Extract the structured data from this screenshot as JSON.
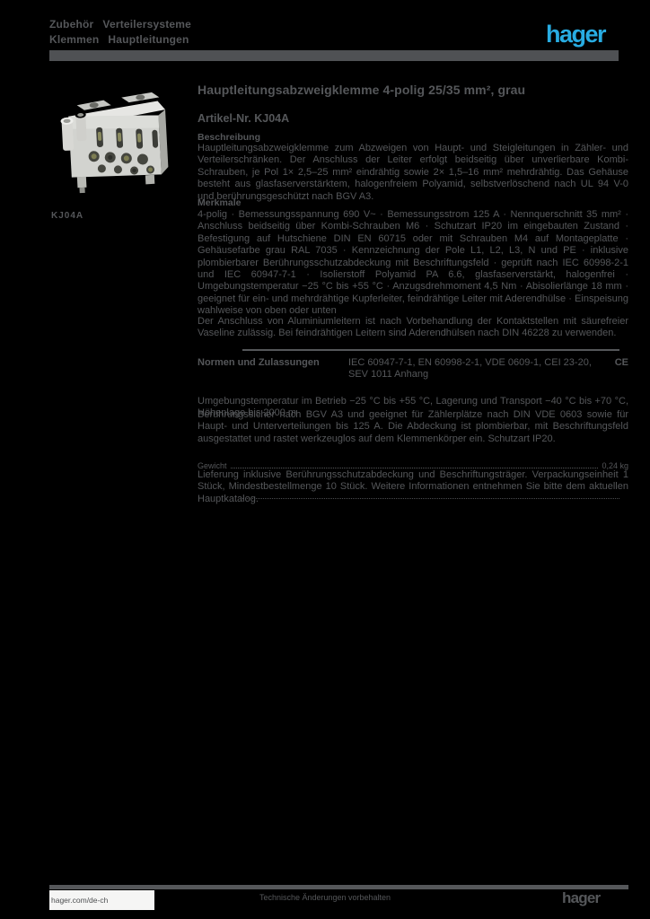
{
  "header": {
    "line1_word1": "Zubehör",
    "line1_word2": "Verteilersysteme",
    "line2_word1": "Klemmen",
    "line2_word2": "Hauptleitungen",
    "logo_text": "hager",
    "logo_color": "#28ace2"
  },
  "product": {
    "photo_alt": "Hauptleitungsabzweigklemme grau",
    "reference": "KJ04A"
  },
  "main": {
    "title": "Hauptleitungsabzweigklemme 4-polig 25/35 mm², grau",
    "subtitle": "Artikel-Nr. KJ04A",
    "description_label": "Beschreibung",
    "description": "Hauptleitungsabzweigklemme zum Abzweigen von Haupt- und Steigleitungen in Zähler- und Verteilerschränken. Der Anschluss der Leiter erfolgt beidseitig über unverlierbare Kombi-Schrauben, je Pol 1× 2,5–25 mm² eindrähtig sowie 2× 1,5–16 mm² mehrdrähtig. Das Gehäuse besteht aus glasfaserverstärktem, halogenfreiem Polyamid, selbstverlöschend nach UL 94 V-0 und berührungsgeschützt nach BGV A3.",
    "features_label": "Merkmale",
    "features": "4-polig · Bemessungsspannung 690 V~ · Bemessungsstrom 125 A · Nennquerschnitt 35 mm² · Anschluss beidseitig über Kombi-Schrauben M6 · Schutzart IP20 im eingebauten Zustand · Befestigung auf Hutschiene DIN EN 60715 oder mit Schrauben M4 auf Montageplatte · Gehäusefarbe grau RAL 7035 · Kennzeichnung der Pole L1, L2, L3, N und PE · inklusive plombierbarer Berührungsschutzabdeckung mit Beschriftungsfeld · geprüft nach IEC 60998-2-1 und IEC 60947-7-1 · Isolierstoff Polyamid PA 6.6, glasfaserverstärkt, halogenfrei · Umgebungstemperatur −25 °C bis +55 °C · Anzugsdrehmoment 4,5 Nm · Abisolierlänge 18 mm · geeignet für ein- und mehrdrähtige Kupferleiter, feindrähtige Leiter mit Aderendhülse · Einspeisung wahlweise von oben oder unten",
    "note_aluminium": "Der Anschluss von Aluminiumleitern ist nach Vorbehandlung der Kontaktstellen mit säurefreier Vaseline zulässig. Bei feindrähtigen Leitern sind Aderendhülsen nach DIN 46228 zu verwenden.",
    "norms_label": "Normen und Zulassungen",
    "norms_value": "IEC 60947-7-1, EN 60998-2-1, VDE 0609-1, CEI 23-20, SEV 1011 Anhang",
    "norms_mark": "CE",
    "temperature_row": "Umgebungstemperatur im Betrieb −25 °C bis +55 °C, Lagerung und Transport −40 °C bis +70 °C, Höhenlage bis 2000 m",
    "safety_para": "Berührungssicher nach BGV A3 und geeignet für Zählerplätze nach DIN VDE 0603 sowie für Haupt- und Unterverteilungen bis 125 A. Die Abdeckung ist plombierbar, mit Beschriftungsfeld ausgestattet und rastet werkzeuglos auf dem Klemmenkörper ein. Schutzart IP20.",
    "weight_label": "Gewicht",
    "weight_value": "0,24 kg",
    "delivery_para": "Lieferung inklusive Berührungsschutzabdeckung und Beschriftungsträger. Verpackungseinheit 1 Stück, Mindestbestellmenge 10 Stück. Weitere Informationen entnehmen Sie bitte dem aktuellen Hauptkatalog."
  },
  "footer": {
    "website": "hager.com/de-ch",
    "disclaimer": "Technische Änderungen vorbehalten",
    "logo_text": "hager"
  },
  "colors": {
    "background": "#000000",
    "text_gray": "#55575a",
    "hager_blue": "#28ace2",
    "footer_box": "#f5f5f4"
  }
}
